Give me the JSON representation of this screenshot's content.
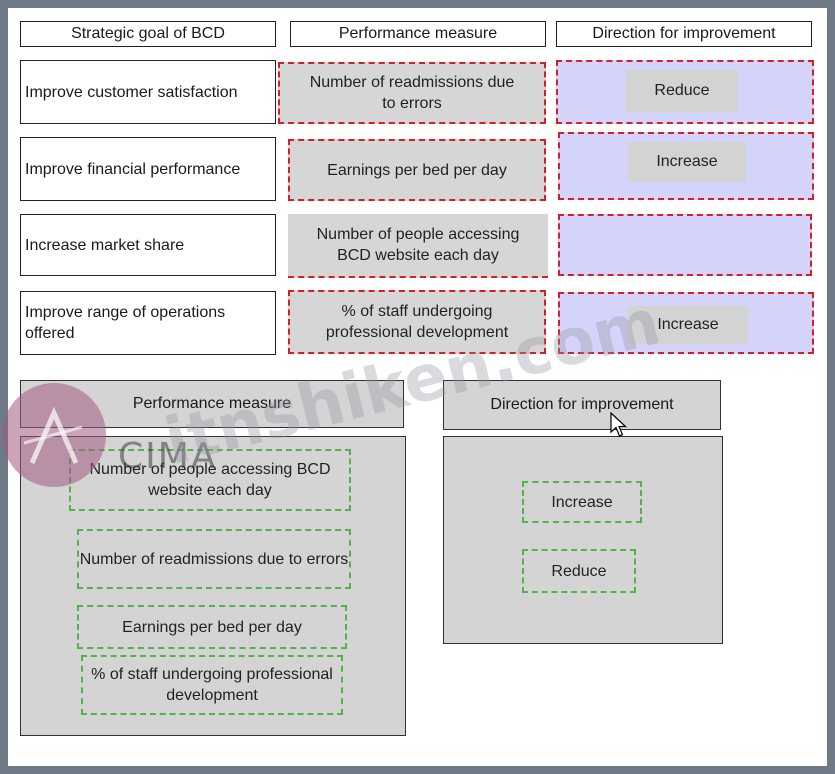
{
  "headers": {
    "goal": "Strategic goal of BCD",
    "measure": "Performance measure",
    "direction": "Direction for improvement"
  },
  "rows": [
    {
      "goal": "Improve customer satisfaction",
      "measure": "Number of readmissions due to errors",
      "direction": "Reduce"
    },
    {
      "goal": "Improve financial performance",
      "measure": "Earnings per bed per day",
      "direction": "Increase"
    },
    {
      "goal": "Increase market share",
      "measure": "Number of people accessing BCD website each day",
      "direction": ""
    },
    {
      "goal": "Improve range of operations offered",
      "measure": "% of staff undergoing professional development",
      "direction": "Increase"
    }
  ],
  "source_panels": {
    "measure_title": "Performance measure",
    "direction_title": "Direction for improvement",
    "measure_options": [
      "Number of people accessing BCD website each day",
      "Number of readmissions due to errors",
      "Earnings per bed per day",
      "% of staff undergoing professional development"
    ],
    "direction_options": [
      "Increase",
      "Reduce"
    ]
  },
  "branding": {
    "logo_text": "CIMA",
    "watermark": "itnshiken.com"
  },
  "colors": {
    "drop_border": "#d21f2a",
    "source_border": "#55b14e",
    "direction_fill": "#d4d4fb"
  },
  "icons": {
    "cursor": "mouse-pointer-icon"
  }
}
